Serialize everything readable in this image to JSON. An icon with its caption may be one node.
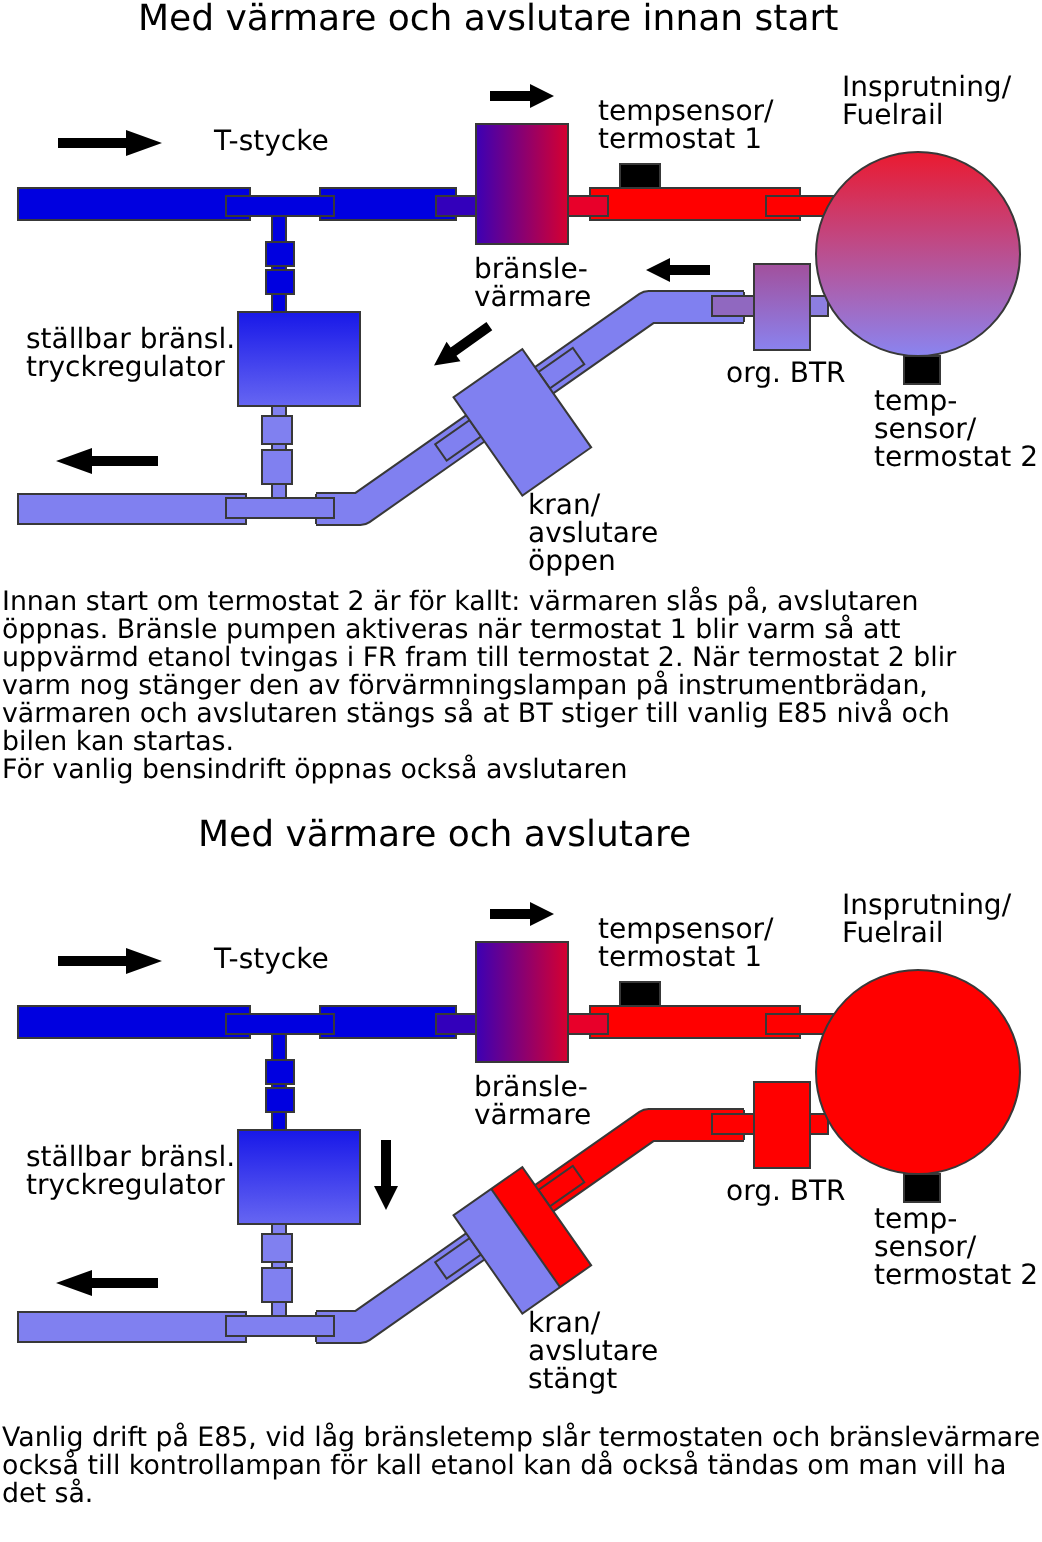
{
  "diagram": {
    "title": "Med värmare och avslutare innan start",
    "labels": [
      "Insprutning/ Fuelrail",
      "tempsensor/ termostat 1",
      "T-stycke",
      "bränsle- värmare",
      "ställbar bränsl. tryckregulator",
      "org. BTR",
      "temp- sensor/ termostat 2",
      "kran/ avslutare öppen",
      "Innan start om termostat 2 är för kallt: värmaren slås på, avslutaren öppnas. Bränsle pumpen aktiveras när termostat 1 blir varm så att uppvärmd etanol tvingas i FR fram till termostat 2. När termostat 2 blir varm nog stänger den av förvärmningslampan på instrumentbrädan, värmaren och avslutaren stängs så at BT stiger till vanlig E85 nivå och bilen kan startas.",
      "För vanlig bensindrift öppnas också avslutaren",
      "Med värmare och avslutare",
      "Insprutning/ Fuelrail",
      "tempsensor/ termostat 1",
      "T-stycke",
      "bränsle- värmare",
      "ställbar bränsl. tryckregulator",
      "org. BTR",
      "temp- sensor/ termostat 2",
      "kran/ avslutare stängt",
      "Vanlig drift på E85, vid låg bränsletemp slår termostaten och bränslevärmare också till kontrollampan för kall etanol kan då också tändas om man vill ha det så."
    ]
  }
}
